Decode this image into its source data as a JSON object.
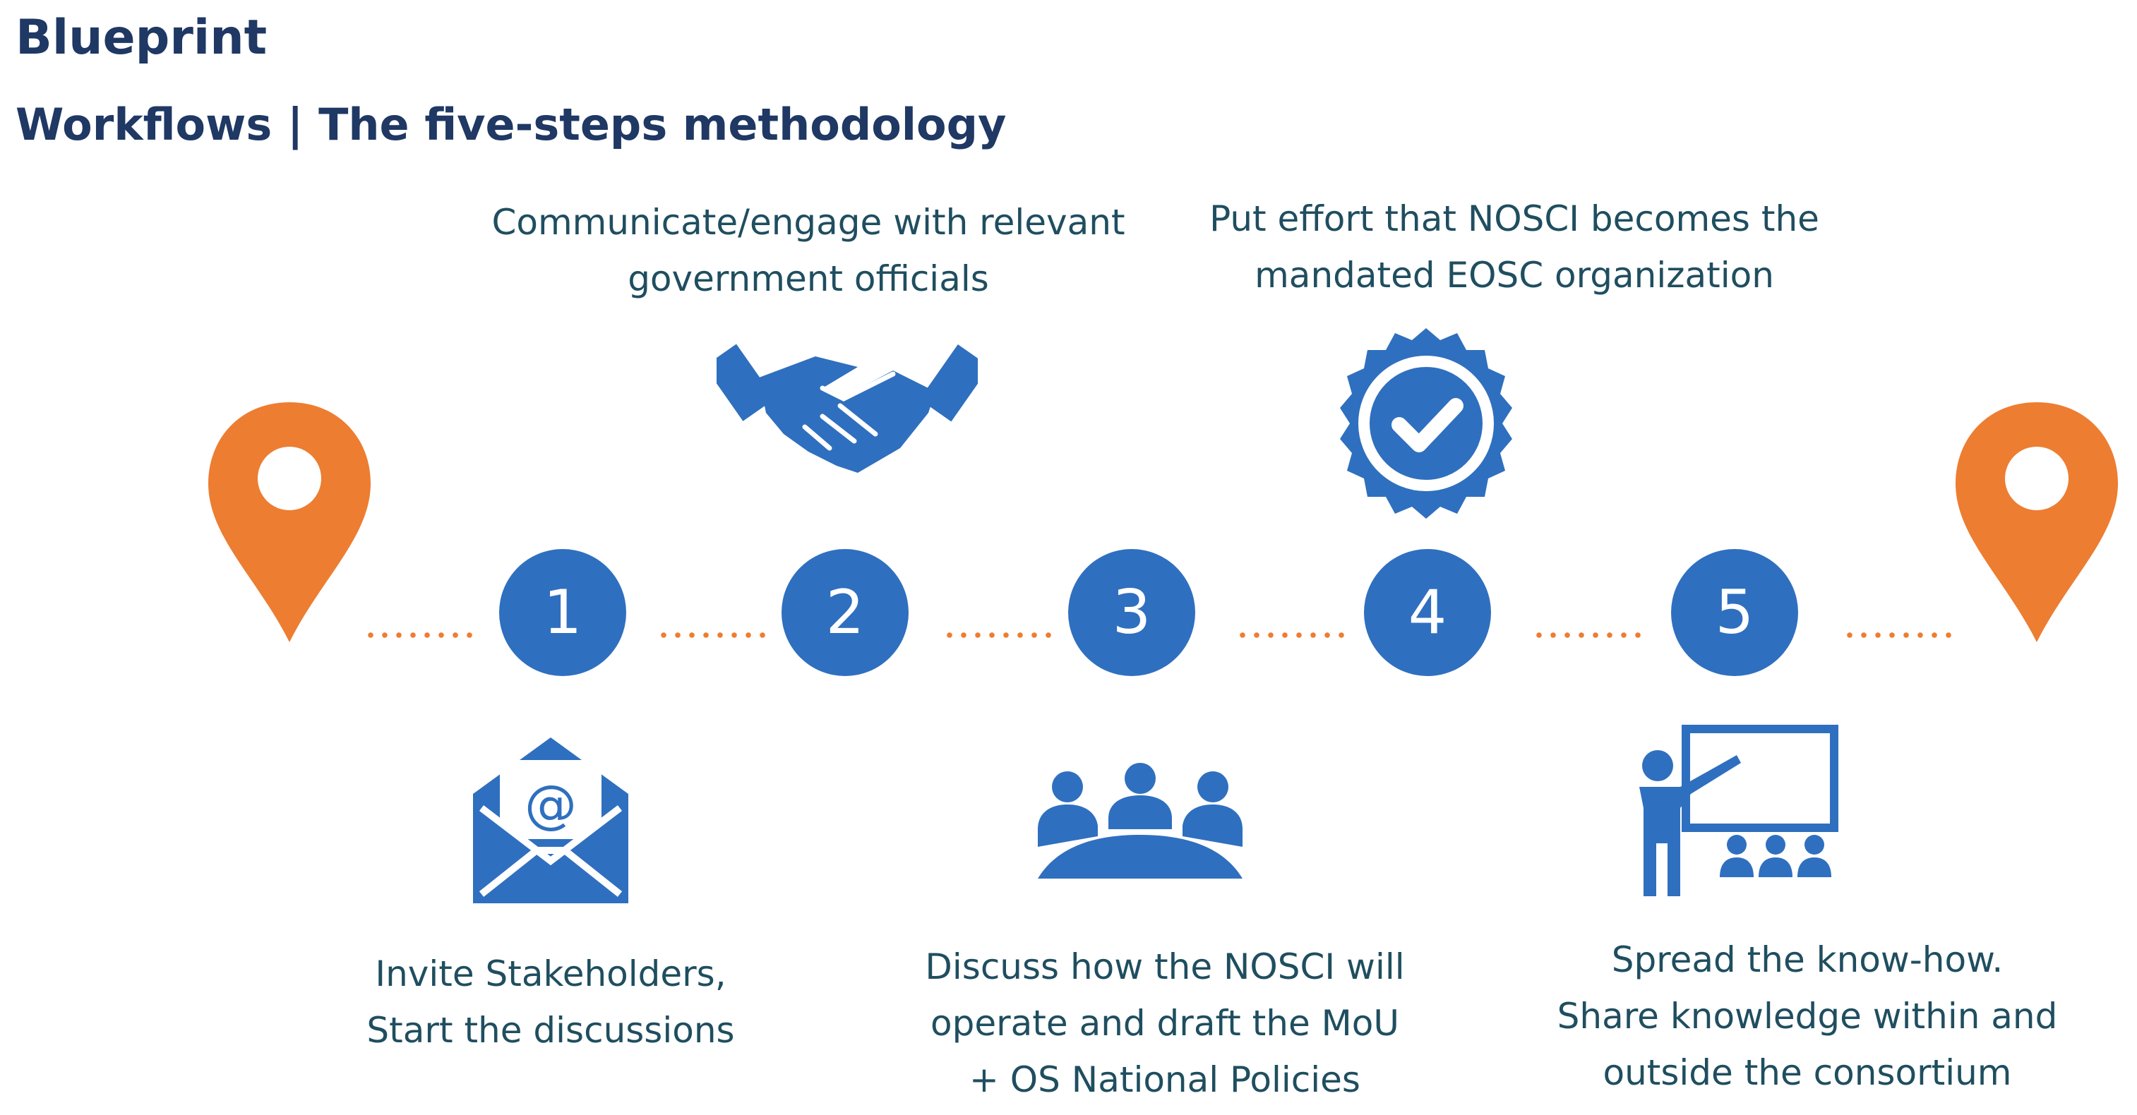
{
  "header": {
    "title": "Blueprint",
    "subtitle": "Workflows | The five-steps methodology"
  },
  "steps": [
    {
      "number": "1",
      "caption": "Invite Stakeholders,\nStart the discussions",
      "icon": "email-icon"
    },
    {
      "number": "2",
      "caption": "Communicate/engage with relevant\ngovernment officials",
      "icon": "handshake-icon"
    },
    {
      "number": "3",
      "caption": "Discuss how the NOSCI will\noperate and draft the MoU\n+ OS National Policies",
      "icon": "meeting-icon"
    },
    {
      "number": "4",
      "caption": "Put effort that NOSCI becomes the\nmandated EOSC organization",
      "icon": "badge-check-icon"
    },
    {
      "number": "5",
      "caption": "Spread the know-how.\nShare knowledge within and\noutside the consortium",
      "icon": "presentation-icon"
    }
  ],
  "colors": {
    "step_blue": "#2f6fbf",
    "pin_orange": "#ed7d31",
    "title_navy": "#1f3864",
    "caption_teal": "#1f4e5f"
  }
}
